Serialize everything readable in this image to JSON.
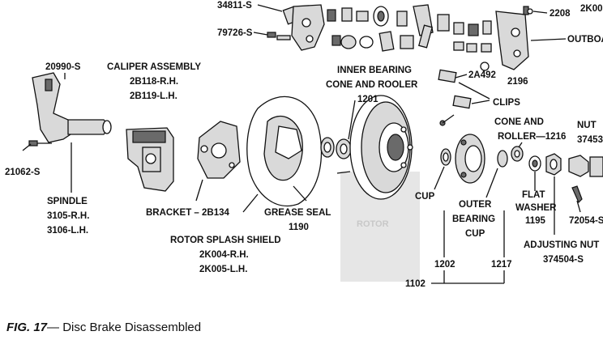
{
  "caption": {
    "figure_number": "FIG. 17",
    "title": "— Disc Brake Disassembled"
  },
  "labels": {
    "p34811": "34811-S",
    "p79726": "79726-S",
    "p2208": "2208",
    "p2k00": "2K00",
    "outboard": "OUTBOA",
    "p20990": "20990-S",
    "caliper_title": "CALIPER ASSEMBLY",
    "caliper_rh": "2B118-R.H.",
    "caliper_lh": "2B119-L.H.",
    "inner_bearing_1": "INNER BEARING",
    "inner_bearing_2": "CONE AND ROOLER",
    "inner_bearing_num": "1201",
    "p2a492": "2A492",
    "p2196": "2196",
    "clips": "CLIPS",
    "cone_roller_1": "CONE AND",
    "cone_roller_2": "ROLLER—1216",
    "nut_1": "NUT",
    "nut_2": "37453",
    "p21062": "21062-S",
    "spindle": "SPINDLE",
    "spindle_rh": "3105-R.H.",
    "spindle_lh": "3106-L.H.",
    "bracket": "BRACKET – 2B134",
    "splash_title": "ROTOR SPLASH SHIELD",
    "splash_rh": "2K004-R.H.",
    "splash_lh": "2K005-L.H.",
    "grease_seal": "GREASE SEAL",
    "grease_seal_num": "1190",
    "rotor": "ROTOR",
    "cup": "CUP",
    "outer_cup_1": "OUTER",
    "outer_cup_2": "BEARING",
    "outer_cup_3": "CUP",
    "flat_washer_1": "FLAT",
    "flat_washer_2": "WASHER",
    "flat_washer_num": "1195",
    "p72054": "72054-S",
    "adjusting_nut": "ADJUSTING NUT",
    "adjusting_nut_num": "374504-S",
    "p1202": "1202",
    "p1217": "1217",
    "p1102": "1102"
  }
}
